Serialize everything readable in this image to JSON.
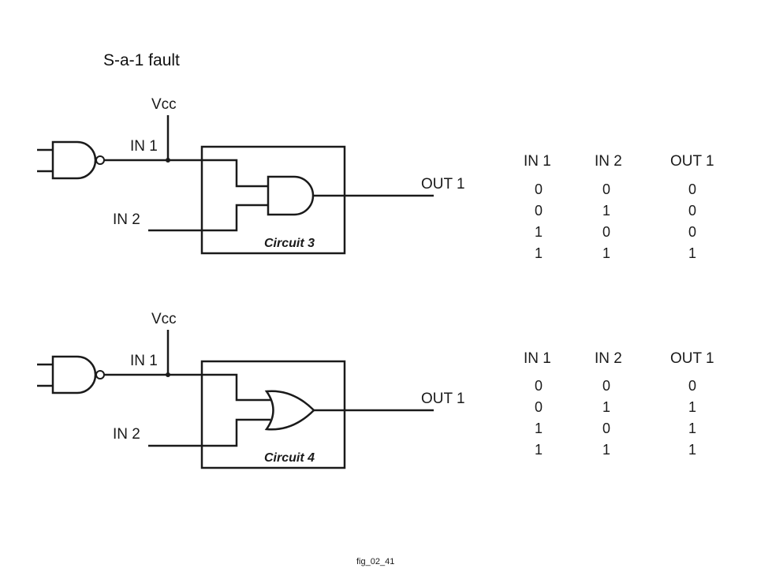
{
  "title": "S-a-1 fault",
  "caption": "fig_02_41",
  "circuits": [
    {
      "gate_type": "AND",
      "vcc_label": "Vcc",
      "in1_label": "IN 1",
      "in2_label": "IN 2",
      "out_label": "OUT 1",
      "name": "Circuit 3",
      "truth_table": {
        "headers": [
          "IN 1",
          "IN 2",
          "OUT 1"
        ],
        "rows": [
          [
            "0",
            "0",
            "0"
          ],
          [
            "0",
            "1",
            "0"
          ],
          [
            "1",
            "0",
            "0"
          ],
          [
            "1",
            "1",
            "1"
          ]
        ]
      }
    },
    {
      "gate_type": "OR",
      "vcc_label": "Vcc",
      "in1_label": "IN 1",
      "in2_label": "IN 2",
      "out_label": "OUT 1",
      "name": "Circuit 4",
      "truth_table": {
        "headers": [
          "IN 1",
          "IN 2",
          "OUT 1"
        ],
        "rows": [
          [
            "0",
            "0",
            "0"
          ],
          [
            "0",
            "1",
            "1"
          ],
          [
            "1",
            "0",
            "1"
          ],
          [
            "1",
            "1",
            "1"
          ]
        ]
      }
    }
  ]
}
